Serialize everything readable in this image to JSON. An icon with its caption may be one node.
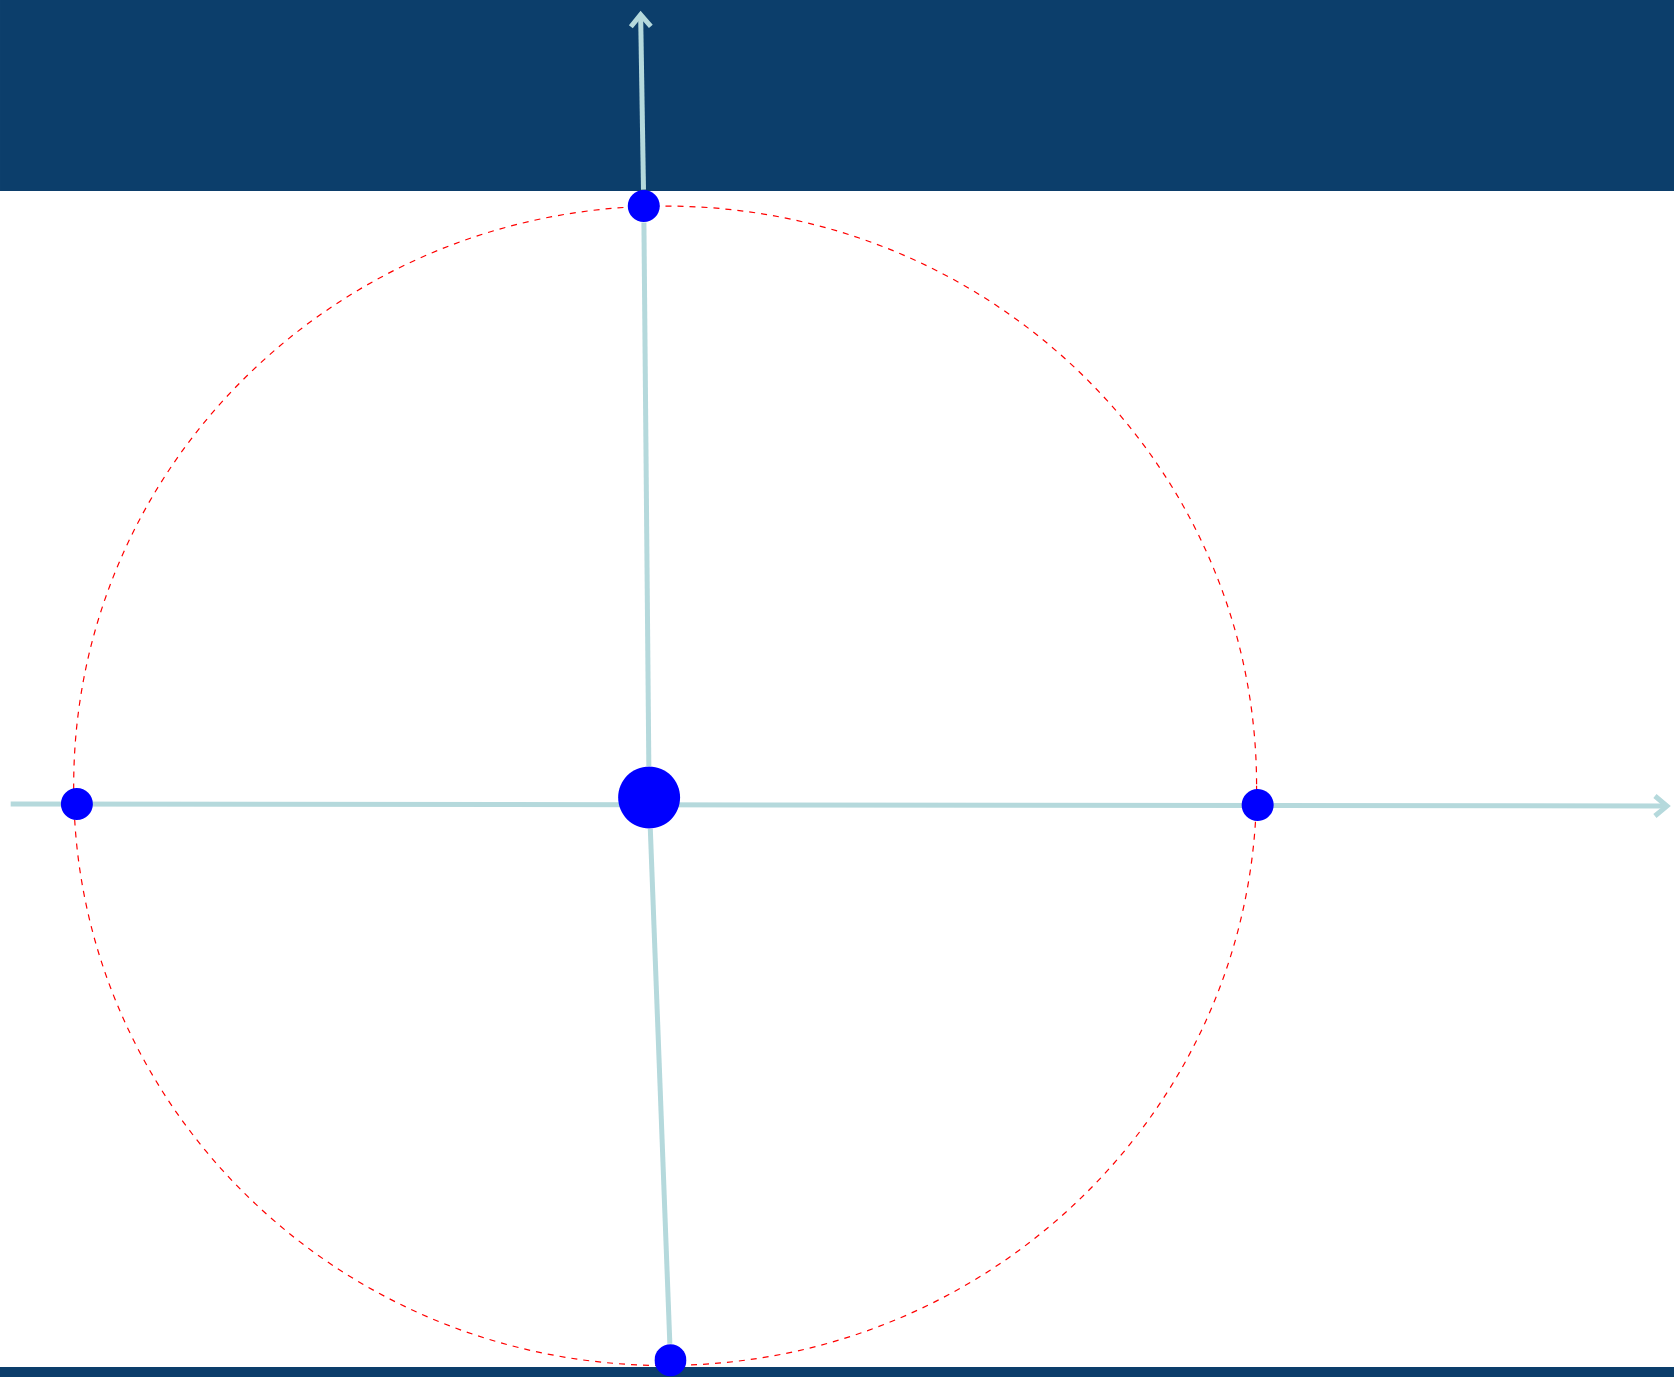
{
  "diagram": {
    "nodes": [
      {
        "text": [],
        "shape": "circle"
      },
      {
        "text": [],
        "shape": "circle"
      },
      {
        "text": [],
        "shape": "circle"
      },
      {
        "text": [],
        "shape": "circle"
      },
      {
        "text": [],
        "shape": "circle"
      }
    ],
    "edges": [
      {
        "from": 4,
        "to": 2,
        "arrow": "none"
      },
      {
        "from": 2,
        "to": 0,
        "arrow": "none"
      },
      {
        "from": 0,
        "to": null,
        "arrow": "to"
      }
    ]
  }
}
